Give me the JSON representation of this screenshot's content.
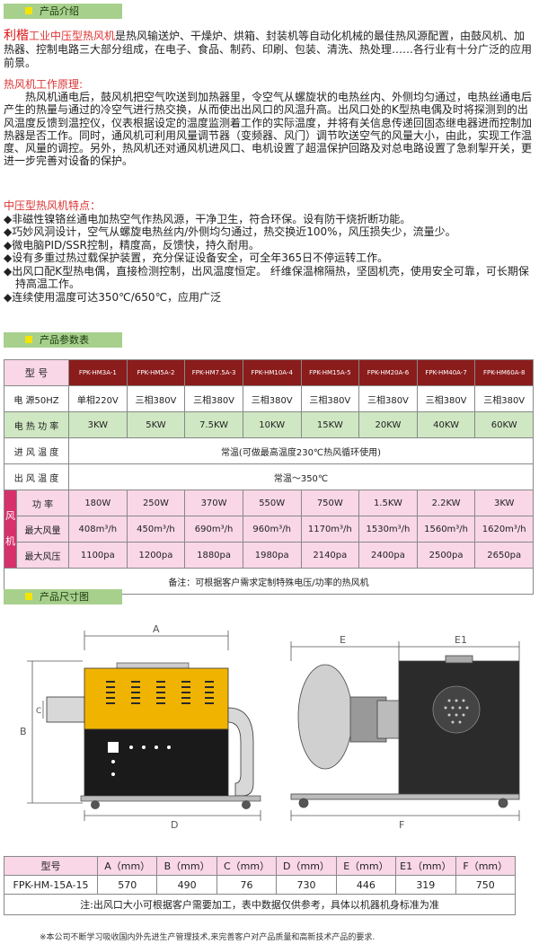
{
  "sections": {
    "intro": "产品介绍",
    "params": "产品参数表",
    "dims": "产品尺寸图"
  },
  "intro": {
    "brand": "利楷",
    "product": "工业中压型热风机",
    "text": "是热风输送炉、干燥炉、烘箱、封装机等自动化机械的最佳热风源配置，由鼓风机、加热器、控制电路三大部分组成，在电子、食品、制药、印刷、包装、清洗、热处理……各行业有十分广泛的应用前景。"
  },
  "principle": {
    "heading": "热风机工作原理:",
    "text": "热风机通电后，鼓风机把空气吹送到加热器里，令空气从螺旋状的电热丝内、外侧均匀通过，电热丝通电后产生的热量与通过的冷空气进行热交换，从而使出出风口的风温升高。出风口处的K型热电偶及时将探测到的出风温度反馈到温控仪，仪表根据设定的温度监测着工作的实际温度，并将有关信息传递回固态继电器进而控制加热器是否工作。同时，通风机可利用风量调节器（变频器、风门）调节吹送空气的风量大小，由此，实现工作温度、风量的调控。另外，热风机还对通风机进风口、电机设置了超温保护回路及对总电路设置了急刹掣开关，更进一步完善对设备的保护。"
  },
  "features": {
    "heading": "中压型热风机特点：",
    "items": [
      "非磁性镍铬丝通电加热空气作热风源，干净卫生，符合环保。设有防干烧折断功能。",
      "巧妙风洞设计，空气从螺旋电热丝内/外侧均匀通过，热交换近100%，风压损失少，流量少。",
      "微电脑PID/SSR控制，精度高，反馈快，持久耐用。",
      "设有多重过热过载保护装置，充分保证设备安全，可全年365日不停运转工作。",
      "出风口配K型热电偶，直接检测控制，出风温度恒定。 纤维保温棉隔热，坚固机壳，使用安全可靠，可长期保持高温工作。",
      "连续使用温度可达350℃/650℃，应用广泛"
    ]
  },
  "spec": {
    "model_label": "型    号",
    "models": [
      "FPK-HM3A-1",
      "FPK-HM5A-2",
      "FPK-HM7.5A-3",
      "FPK-HM10A-4",
      "FPK-HM15A-5",
      "FPK-HM20A-6",
      "FPK-HM40A-7",
      "FPK-HM60A-8"
    ],
    "volt_label": "电  源50HZ",
    "volts": [
      "单相220V",
      "三相380V",
      "三相380V",
      "三相380V",
      "三相380V",
      "三相380V",
      "三相380V",
      "三相380V"
    ],
    "power_label": "电 热 功 率",
    "powers": [
      "3KW",
      "5KW",
      "7.5KW",
      "10KW",
      "15KW",
      "20KW",
      "40KW",
      "60KW"
    ],
    "inlet_label": "进 风 温 度",
    "inlet_value": "常温(可做最高温度230℃热风循环使用)",
    "outlet_label": "出 风 温 度",
    "outlet_value": "常温～350℃",
    "fan_side": "风机",
    "fan_power_label": "功    率",
    "fan_powers": [
      "180W",
      "250W",
      "370W",
      "550W",
      "750W",
      "1.5KW",
      "2.2KW",
      "3KW"
    ],
    "airflow_label": "最大风量",
    "airflows": [
      "408m³/h",
      "450m³/h",
      "690m³/h",
      "960m³/h",
      "1170m³/h",
      "1530m³/h",
      "1560m³/h",
      "1620m³/h"
    ],
    "pressure_label": "最大风压",
    "pressures": [
      "1100pa",
      "1200pa",
      "1880pa",
      "1980pa",
      "2140pa",
      "2400pa",
      "2500pa",
      "2650pa"
    ],
    "note": "备注：可根据客户需求定制特殊电压/功率的热风机"
  },
  "diagram": {
    "labels": {
      "A": "A",
      "B": "B",
      "C": "C",
      "D": "D",
      "E": "E",
      "E1": "E1",
      "F": "F"
    }
  },
  "dims": {
    "headers": [
      "型号",
      "A（mm）",
      "B（mm）",
      "C（mm）",
      "D（mm）",
      "E（mm）",
      "E1（mm）",
      "F（mm）"
    ],
    "row": [
      "FPK-HM-15A-15",
      "570",
      "490",
      "76",
      "730",
      "446",
      "319",
      "750"
    ],
    "note": "注:出风口大小可根据客户需要加工，表中数据仅供参考，具体以机器机身标准为准"
  },
  "footer": "※本公司不断学习吸收国内外先进生产管理技术,来完善客户对产品质量和高新技术产品的要求.",
  "colors": {
    "green_bar": "#a8d08d",
    "yellow": "#f4e400",
    "dark_red": "#8b1c1c",
    "pink": "#f9d7e6",
    "magenta": "#d6316b",
    "light_green": "#cfe7c2",
    "red_text": "#d33"
  }
}
